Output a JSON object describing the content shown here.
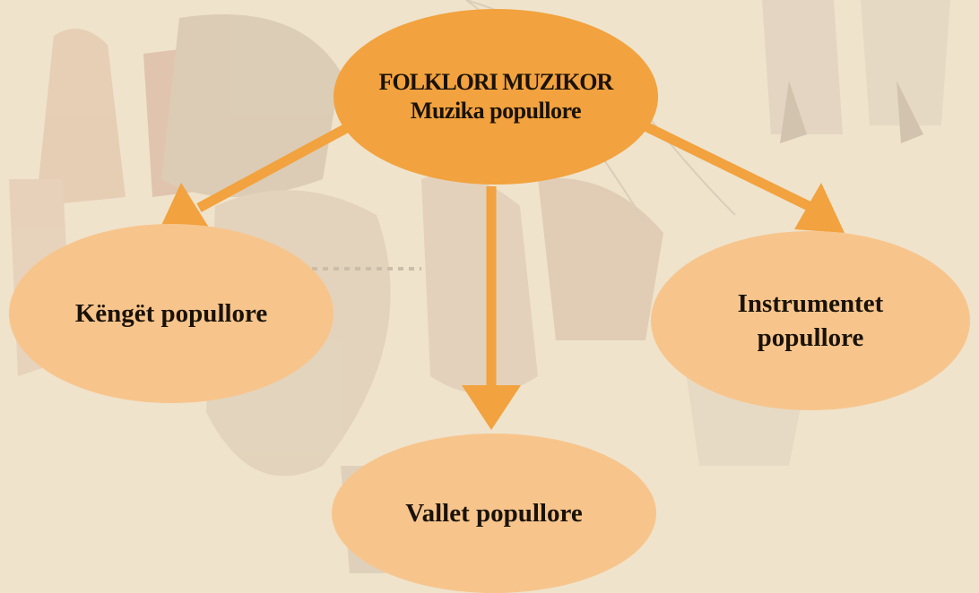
{
  "diagram": {
    "center": {
      "line1": "FOLKLORI MUZIKOR",
      "line2": "Muzika popullore"
    },
    "left": {
      "label": "Këngët popullore"
    },
    "right": {
      "line1": "Instrumentet",
      "line2": "popullore"
    },
    "bottom": {
      "label": "Vallet popullore"
    }
  },
  "colors": {
    "center_fill": "#f2a23e",
    "node_fill": "#f7c58c",
    "arrow": "#f2a23e",
    "background": "#efe3cc"
  }
}
